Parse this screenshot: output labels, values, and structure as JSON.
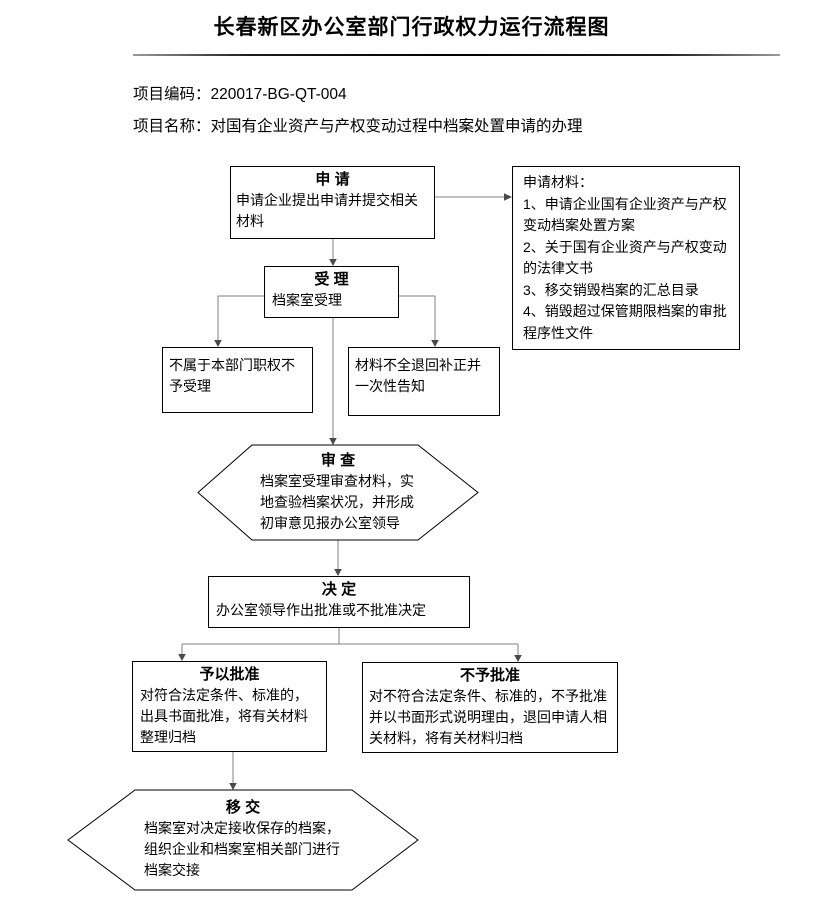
{
  "page": {
    "title": "长春新区办公室部门行政权力运行流程图",
    "project_code_label": "项目编码：",
    "project_code": "220017-BG-QT-004",
    "project_name_label": "项目名称：",
    "project_name": "对国有企业资产与产权变动过程中档案处置申请的办理"
  },
  "flowchart": {
    "nodes": {
      "apply": {
        "title": "申 请",
        "body": "申请企业提出申请并提交相关材料"
      },
      "materials": {
        "lines": [
          "申请材料：",
          "1、申请企业国有企业资产与产权变动档案处置方案",
          "2、关于国有企业资产与产权变动的法律文书",
          "3、移交销毁档案的汇总目录",
          "4、销毁超过保管期限档案的审批程序性文件"
        ]
      },
      "accept": {
        "title": "受 理",
        "body": "档案室受理"
      },
      "reject_jurisdiction": {
        "body": "不属于本部门职权不予受理"
      },
      "incomplete_materials": {
        "body": "材料不全退回补正并一次性告知"
      },
      "review": {
        "title": "审 查",
        "body": "档案室受理审查材料，实地查验档案状况，并形成初审意见报办公室领导"
      },
      "decision": {
        "title": "决 定",
        "body": "办公室领导作出批准或不批准决定"
      },
      "approve": {
        "title": "予以批准",
        "body": "对符合法定条件、标准的，出具书面批准，将有关材料整理归档"
      },
      "deny": {
        "title": "不予批准",
        "body": "对不符合法定条件、标准的，不予批准并以书面形式说明理由，退回申请人相关材料，将有关材料归档"
      },
      "transfer": {
        "title": "移 交",
        "body": "档案室对决定接收保存的档案，组织企业和档案室相关部门进行档案交接"
      }
    },
    "colors": {
      "background": "#ffffff",
      "text": "#000000",
      "node_border": "#000000",
      "connector_line": "#808080",
      "arrowhead": "#4a4a4a"
    }
  }
}
